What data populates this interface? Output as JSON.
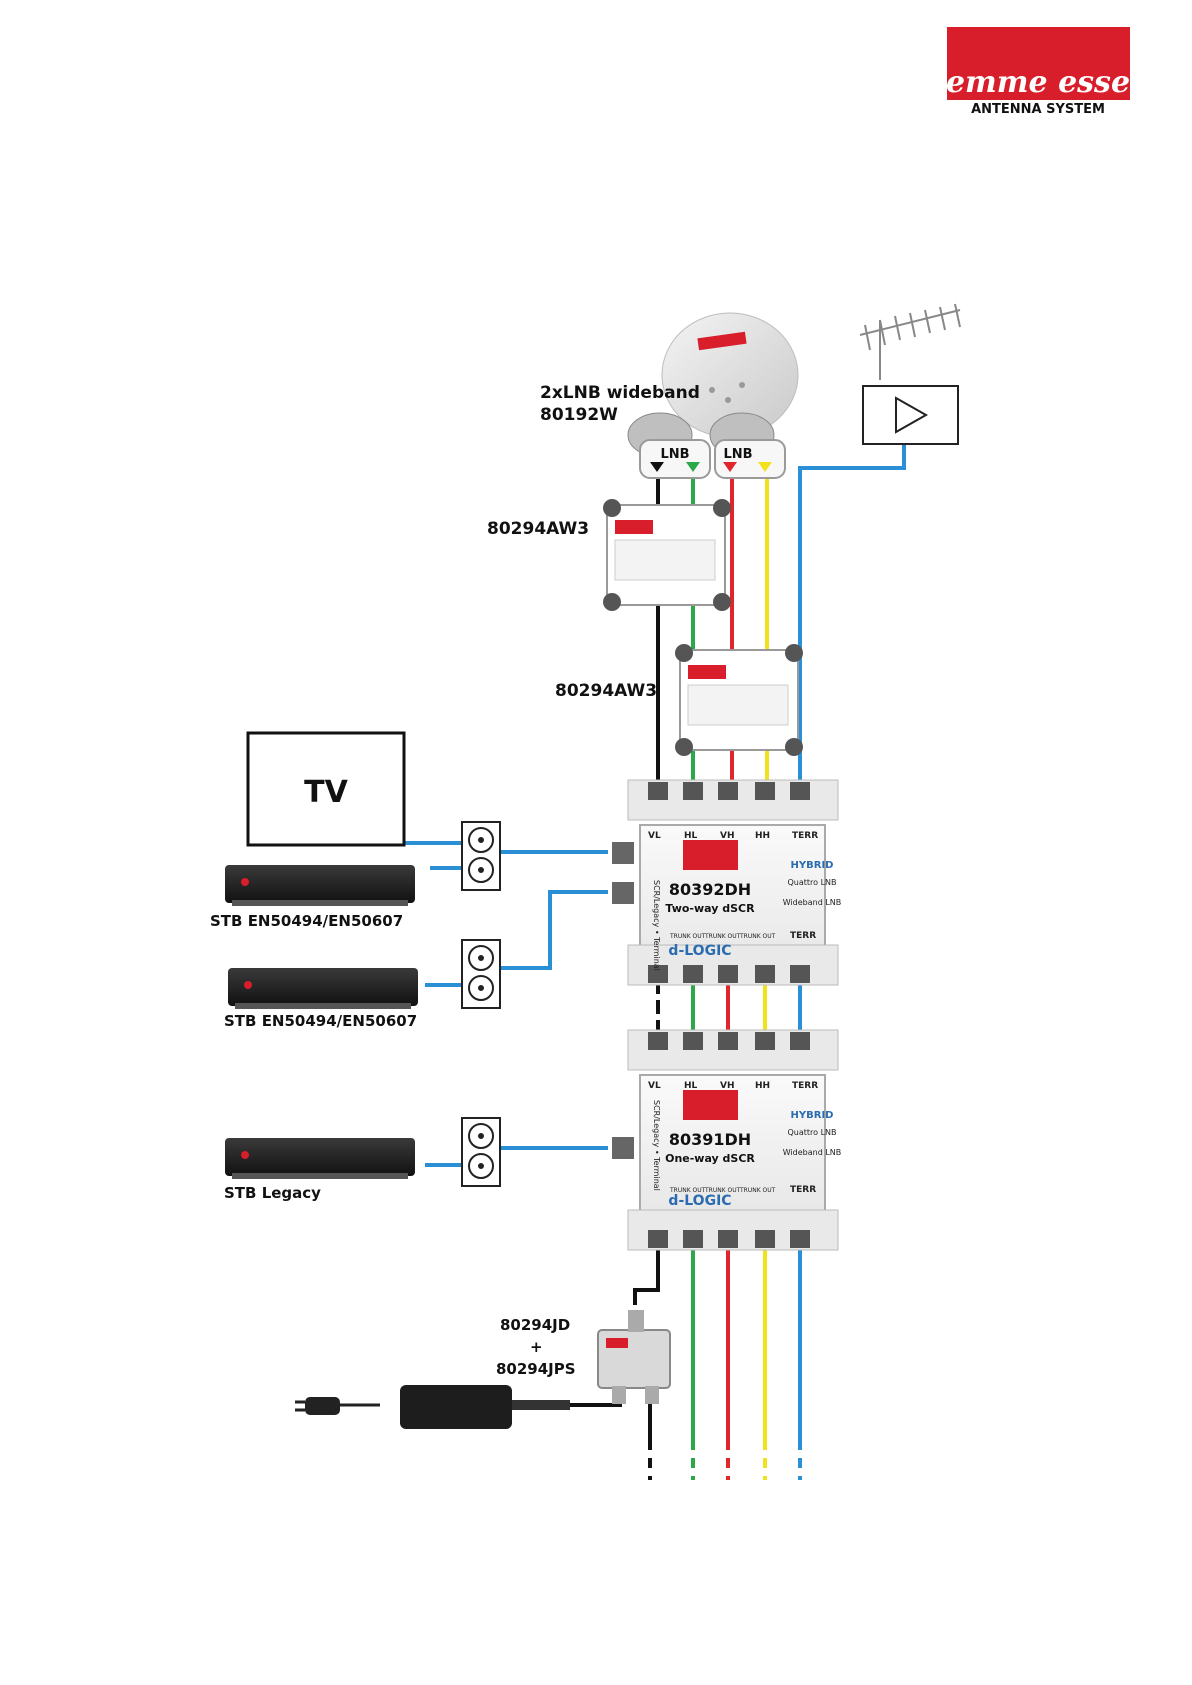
{
  "logo": {
    "brand": "emme esse",
    "tagline": "ANTENNA SYSTEM",
    "bg": "#d81e2a"
  },
  "labels": {
    "lnb_title": "2xLNB wideband",
    "lnb_code": "80192W",
    "lnb_tag": "LNB",
    "switch1": "80294AW3",
    "switch2": "80294AW3",
    "tv": "TV",
    "stb1": "STB EN50494/EN50607",
    "stb2": "STB EN50494/EN50607",
    "stb3": "STB Legacy",
    "psu_1": "80294JD",
    "psu_plus": "+",
    "psu_2": "80294JPS"
  },
  "mswitch1": {
    "model": "80392DH",
    "sub": "Two-way dSCR",
    "brand": "d-LOGIC",
    "inputs": [
      "VL",
      "HL",
      "VH",
      "HH",
      "TERR"
    ],
    "outputs": [
      "TRUNK OUT",
      "TRUNK OUT",
      "TRUNK OUT",
      "TERR"
    ],
    "side_label": "SCR/Legacy • Terminal",
    "hybrid": "HYBRID",
    "mode_a": "Quattro LNB",
    "mode_b": "Wideband LNB"
  },
  "mswitch2": {
    "model": "80391DH",
    "sub": "One-way dSCR",
    "brand": "d-LOGIC",
    "inputs": [
      "VL",
      "HL",
      "VH",
      "HH",
      "TERR"
    ],
    "outputs": [
      "TRUNK OUT",
      "TRUNK OUT",
      "TRUNK OUT",
      "TERR"
    ],
    "side_label": "SCR/Legacy • Terminal",
    "hybrid": "HYBRID",
    "mode_a": "Quattro LNB",
    "mode_b": "Wideband LNB"
  },
  "colors": {
    "black": "#111111",
    "green": "#2aa84a",
    "red": "#e0262b",
    "yellow": "#f2e21b",
    "blue": "#2b8fd6"
  },
  "icons": [
    "satellite-dish-icon",
    "antenna-icon",
    "amplifier-icon",
    "wall-socket-icon",
    "set-top-box-icon",
    "power-adapter-icon"
  ]
}
